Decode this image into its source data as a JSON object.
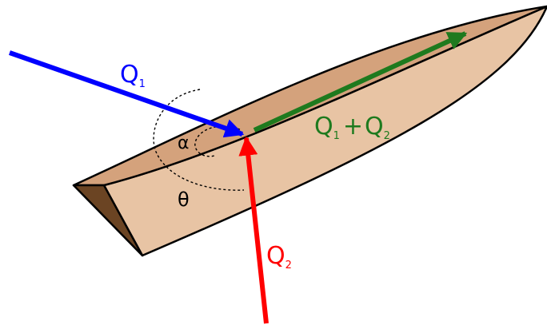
{
  "labels": {
    "q1_main": "Q",
    "q1_sub": "1",
    "q2_main": "Q",
    "q2_sub": "2",
    "sum_q1_main": "Q",
    "sum_q1_sub": "1",
    "sum_plus": "+",
    "sum_q2_main": "Q",
    "sum_q2_sub": "2",
    "alpha": "α",
    "theta": "θ"
  },
  "colors": {
    "q1_arrow": "#0000ff",
    "q2_arrow": "#ff0000",
    "sum_arrow": "#1e7a1e",
    "top_face": "#d4a27c",
    "side_face": "#e8c4a4",
    "end_face": "#6b4423",
    "outline": "#000000"
  }
}
